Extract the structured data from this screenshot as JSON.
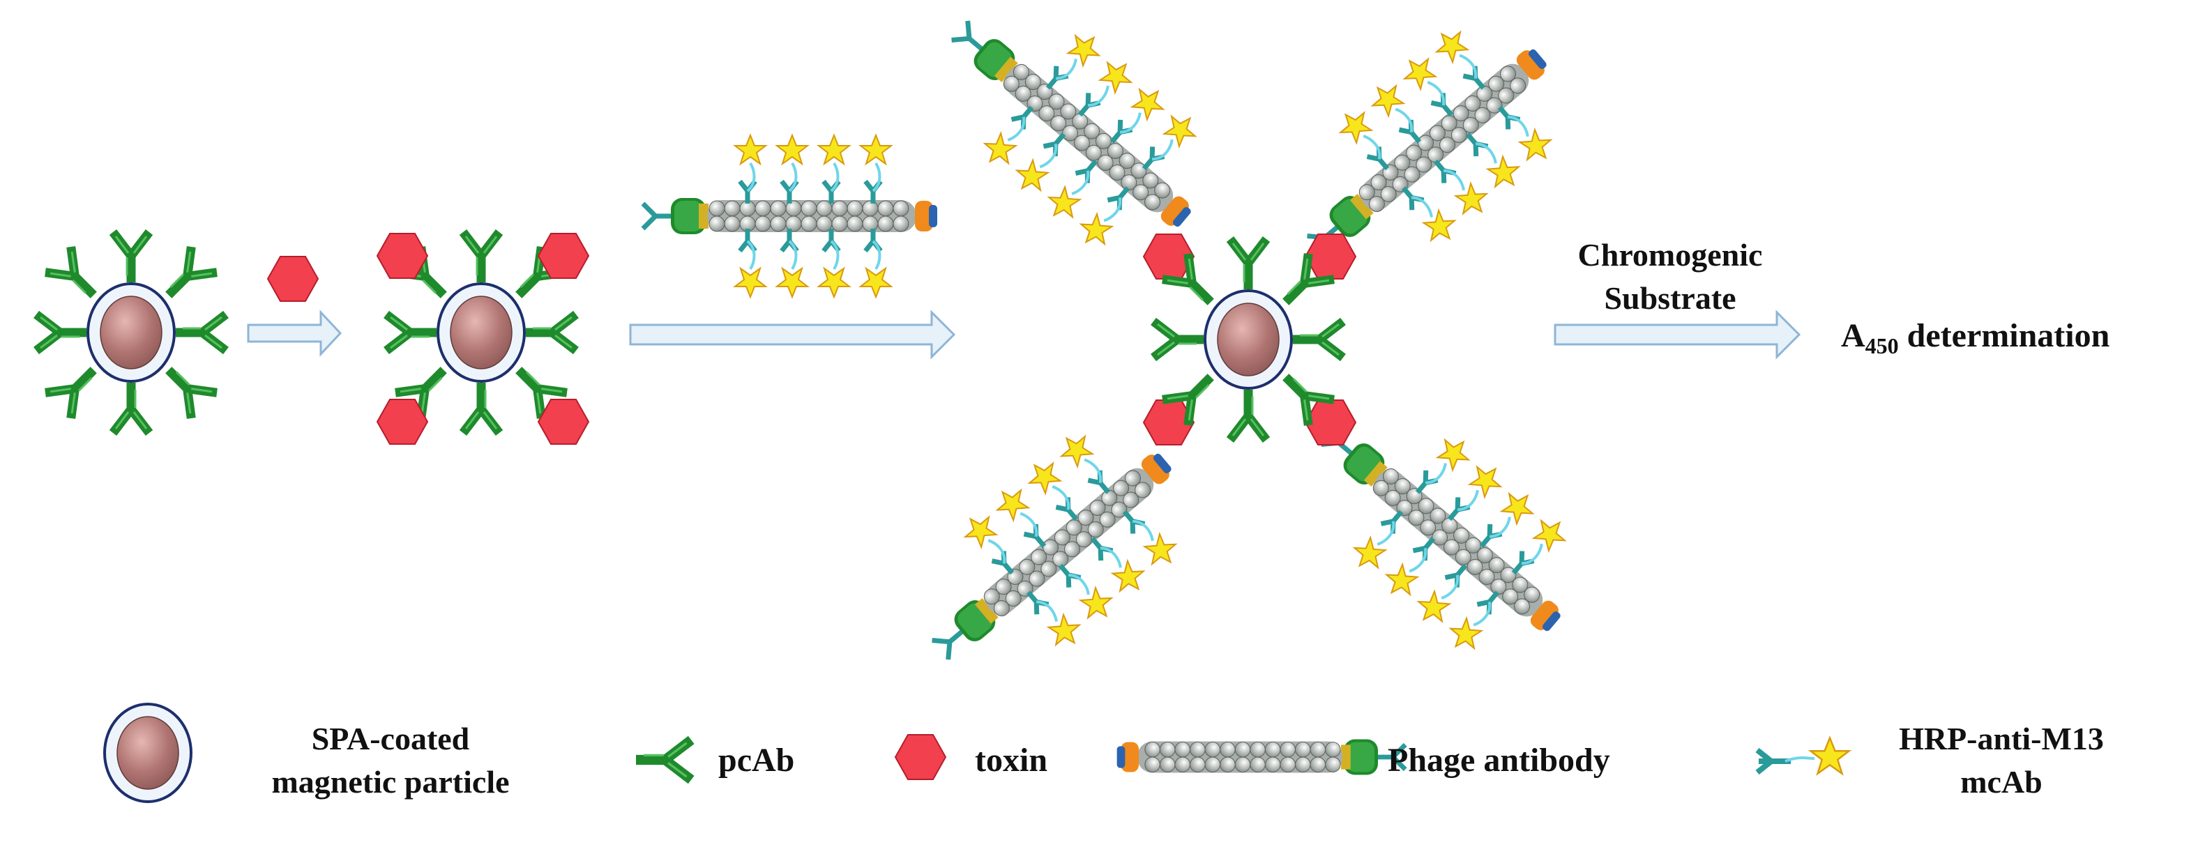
{
  "process": {
    "step_label_line1": "Chromogenic",
    "step_label_line2": "Substrate",
    "readout_prefix": "A",
    "readout_subscript": "450",
    "readout_suffix": " determination"
  },
  "legend": {
    "particle_line1": "SPA-coated",
    "particle_line2": "magnetic particle",
    "pcab": "pcAb",
    "toxin": "toxin",
    "phage": "Phage  antibody",
    "hrp_line1": "HRP-anti-M13",
    "hrp_line2": "mcAb"
  },
  "colors": {
    "antibody_green": "#1f8a2c",
    "toxin_red": "#f2404f",
    "phage_body": "#b9bfbc",
    "phage_orange": "#f08a1c",
    "hrp_teal": "#2a9a9a",
    "star_yellow": "#f8e61c",
    "arrow_fill": "#e6f1fa",
    "arrow_stroke": "#8fb5d6"
  },
  "icons": [
    "magnetic-particle-icon",
    "pcab-icon",
    "toxin-icon",
    "phage-antibody-icon",
    "hrp-mcab-icon",
    "right-arrow-icon"
  ]
}
